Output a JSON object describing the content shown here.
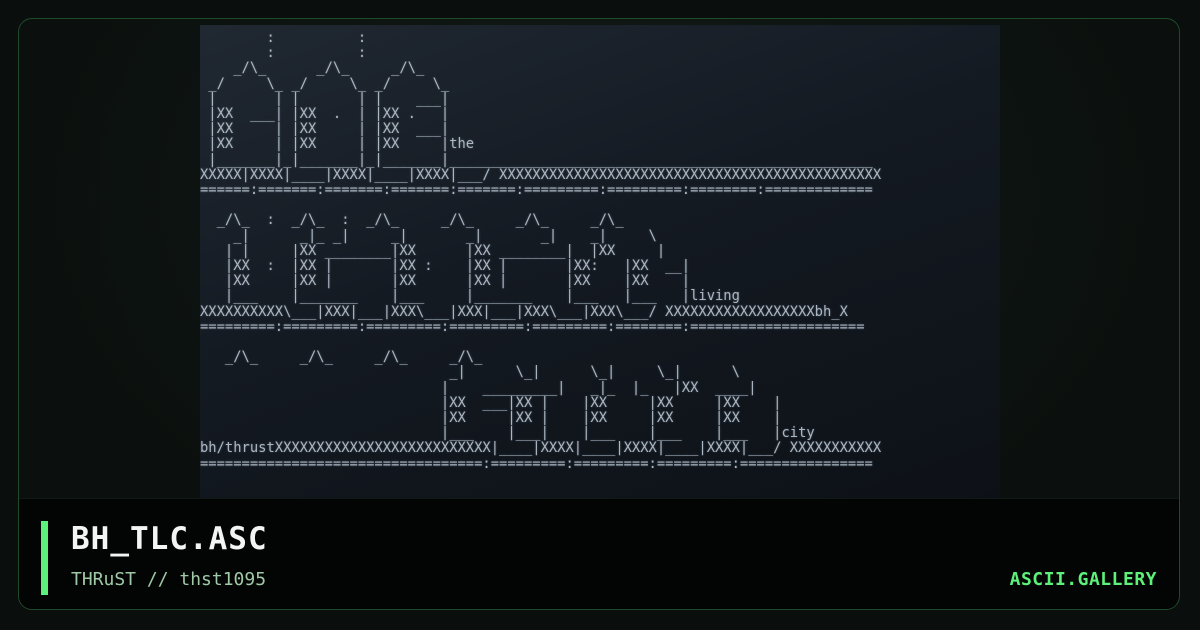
{
  "artwork": {
    "title": "BH_TLC.ASC",
    "byline": "THRuST // thst1095",
    "ascii_lines": [
      "        :          :",
      "        :          :",
      "    _/\\_      _/\\_     _/\\_",
      " _/     \\_ _/     \\_ _/     \\_",
      " |       | |       | |    ___|",
      " |XX  ___| |XX  .  | |XX .   |",
      " |XX     | |XX     | |XX  ___|",
      " |XX     | |XX     | |XX     |the",
      " |_______|_|_______|_|_______|___________________________________________________",
      "XXXXX|XXXX|____|XXXX|____|XXXX|___/ XXXXXXXXXXXXXXXXXXXXXXXXXXXXXXXXXXXXXXXXXXXXXX",
      "======:=======:=======:=======:=======:=========:=========:========:=============",
      "",
      "  _/\\_  :  _/\\_  :  _/\\_     _/\\_     _/\\_     _/\\_",
      "    _|      _|_ _|     _|       _|       _|    _|     \\",
      "   | |     |XX ________|XX      |XX ________|  |XX     |",
      "   |XX  :  |XX |       |XX :    |XX |       |XX:   |XX  __|",
      "   |XX     |XX |       |XX      |XX |       |XX    |XX    |",
      "   |___    |_______    |___     |_______    |___   |___   |living",
      "XXXXXXXXXX\\___|XXX|___|XXX\\___|XXX|___|XXX\\___|XXX\\___/ XXXXXXXXXXXXXXXXXXbh_X",
      "=========:=========:=========:=========:=========:========:=====================",
      "",
      "   _/\\_     _/\\_     _/\\_     _/\\_",
      "                              _|      \\_|      \\_|     \\_|      \\",
      "                             |    _________|   _|_  |_   |XX  ____|",
      "                             |XX  ___|XX |    |XX     |XX     |XX    |",
      "                             |XX     |XX |    |XX     |XX     |XX    |",
      "                             |___    |___|    |___    |___    |___   |city",
      "bh/thrustXXXXXXXXXXXXXXXXXXXXXXXXXX|____|XXXX|____|XXXX|____|XXXX|___/ XXXXXXXXXXX",
      "==================================:=========:=========:=========:================"
    ]
  },
  "site": {
    "brand": "ASCII.GALLERY"
  },
  "colors": {
    "accent": "#5df07a",
    "title": "#f2f5f3",
    "byline": "#9fc9a7",
    "ascii": "#b8c4d0"
  }
}
